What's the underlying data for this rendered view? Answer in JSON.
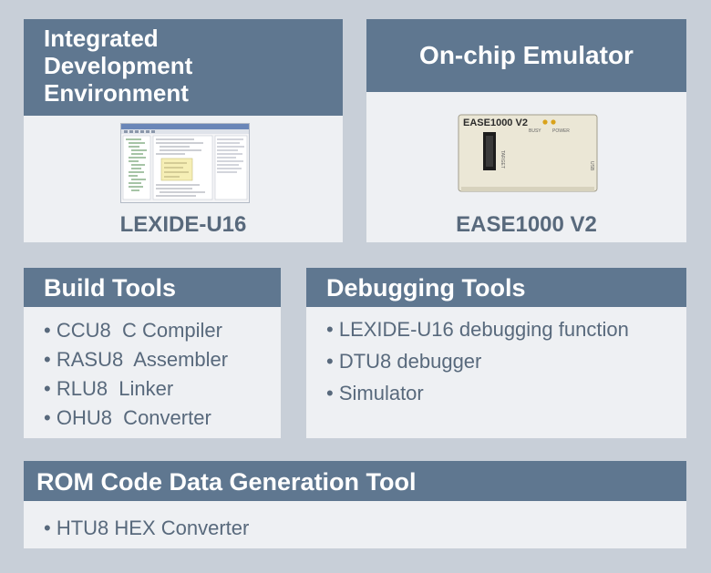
{
  "ide": {
    "title_lines": [
      "Integrated",
      "Development",
      "Environment"
    ],
    "caption": "LEXIDE-U16"
  },
  "emulator": {
    "title": "On-chip Emulator",
    "caption": "EASE1000 V2",
    "device_label": "EASE1000 V2",
    "led_labels": [
      "BUSY",
      "POWER"
    ],
    "side_labels": [
      "TARGET",
      "USB"
    ]
  },
  "build_tools": {
    "title": "Build Tools",
    "items": [
      "CCU8  C Compiler",
      "RASU8  Assembler",
      "RLU8  Linker",
      "OHU8  Converter"
    ]
  },
  "debugging_tools": {
    "title": "Debugging Tools",
    "items": [
      "LEXIDE-U16 debugging function",
      "DTU8 debugger",
      "Simulator"
    ]
  },
  "rom_tool": {
    "title": "ROM Code Data Generation Tool",
    "items": [
      "HTU8 HEX Converter"
    ]
  },
  "colors": {
    "background": "#c8cfd8",
    "header": "#5f7790",
    "panel": "#eef0f3",
    "text": "#58697c"
  }
}
